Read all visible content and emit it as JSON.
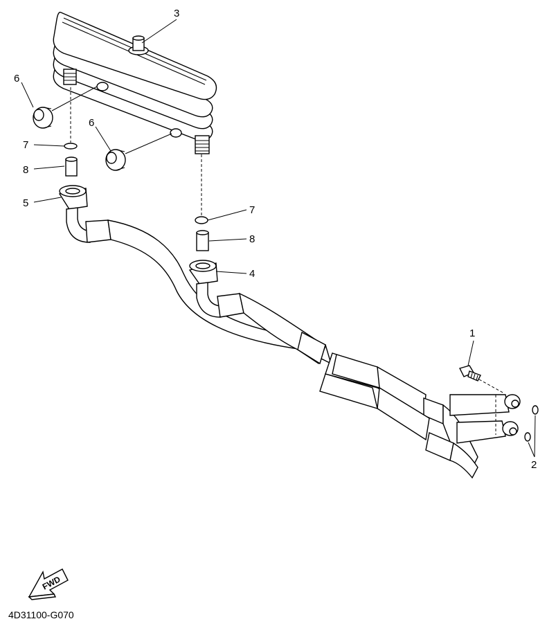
{
  "diagram": {
    "callouts": [
      {
        "id": "c1",
        "label": "1"
      },
      {
        "id": "c2",
        "label": "2"
      },
      {
        "id": "c3",
        "label": "3"
      },
      {
        "id": "c4",
        "label": "4"
      },
      {
        "id": "c5",
        "label": "5"
      },
      {
        "id": "c6a",
        "label": "6"
      },
      {
        "id": "c6b",
        "label": "6"
      },
      {
        "id": "c7a",
        "label": "7"
      },
      {
        "id": "c7b",
        "label": "7"
      },
      {
        "id": "c8a",
        "label": "8"
      },
      {
        "id": "c8b",
        "label": "8"
      }
    ],
    "fwd_label": "FWD",
    "drawing_code": "4D31100-G070"
  }
}
